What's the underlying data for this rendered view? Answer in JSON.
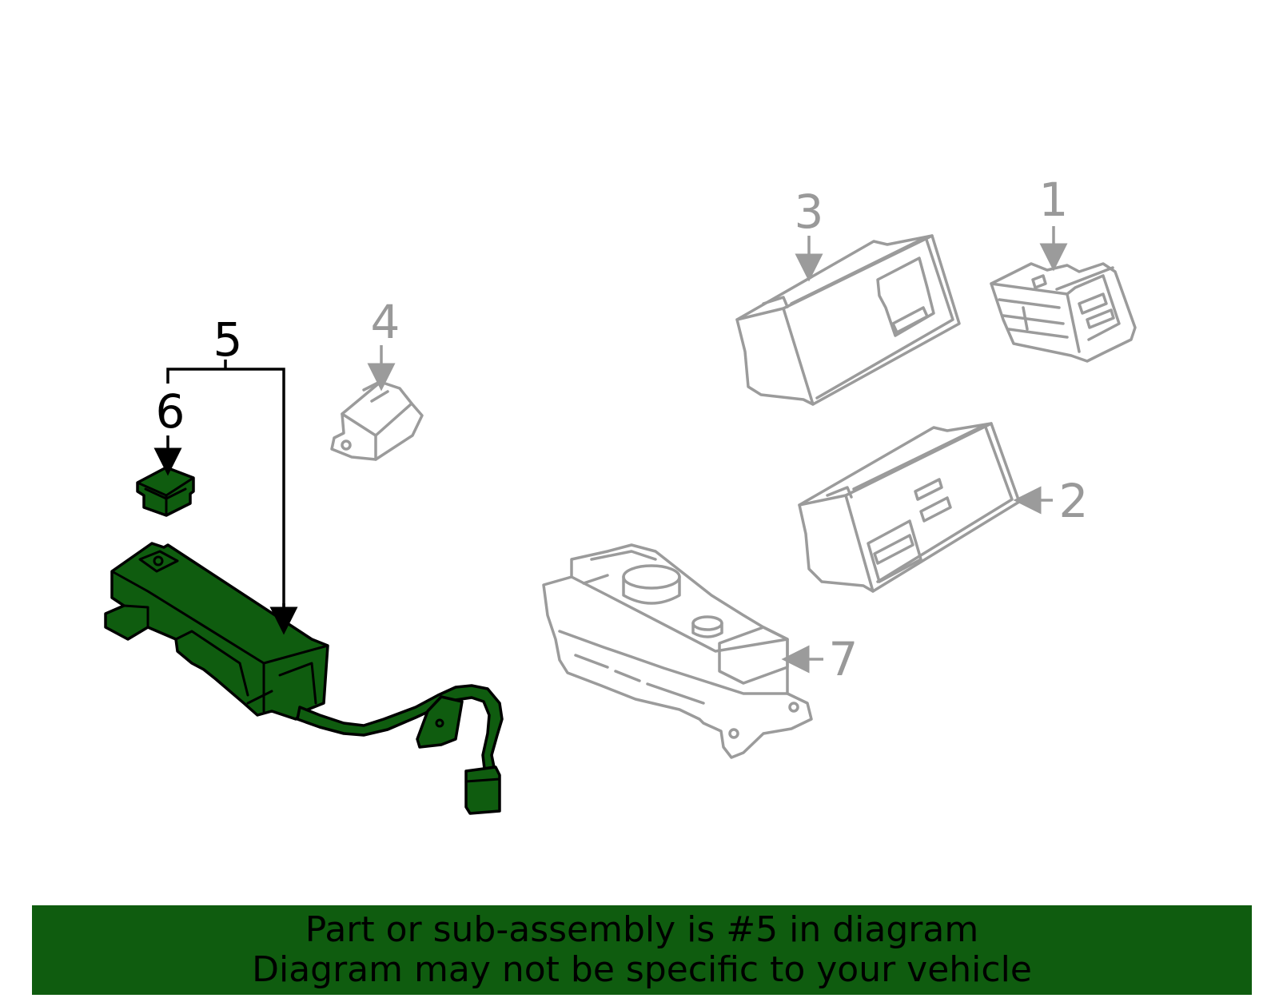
{
  "callouts": {
    "c1": "1",
    "c2": "2",
    "c3": "3",
    "c4": "4",
    "c5": "5",
    "c6": "6",
    "c7": "7"
  },
  "highlight": {
    "part_number": "5",
    "sub_part": "6",
    "color": "#0f5c0f"
  },
  "banner": {
    "line1": "Part or sub-assembly is #5 in diagram",
    "line2": "Diagram may not be specific to your vehicle",
    "background": "#0f5c0f"
  },
  "colors": {
    "inactive_part": "#9b9b9b",
    "active_callout": "#000000"
  }
}
